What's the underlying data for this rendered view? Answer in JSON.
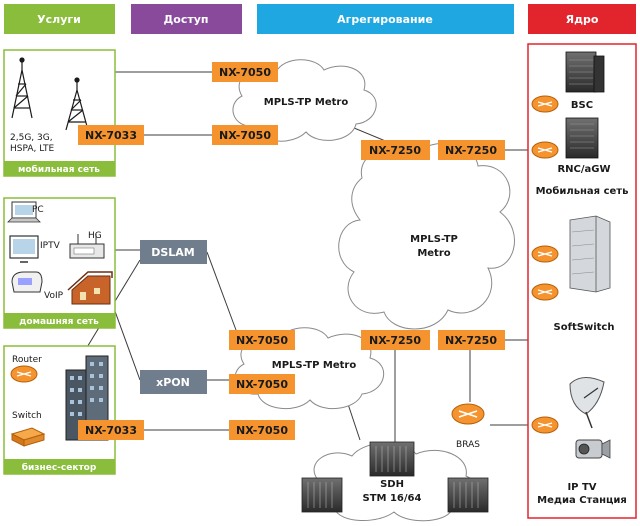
{
  "headers": {
    "services": "Услуги",
    "access": "Доступ",
    "aggregation": "Агрегирование",
    "core": "Ядро"
  },
  "colors": {
    "services": "#8bbd3c",
    "access": "#8a4a9c",
    "aggregation": "#1ea7e0",
    "core": "#e2242d",
    "nx_box": "#f5942f",
    "gray_box": "#6f7d8c"
  },
  "nodes": {
    "nx_top": "NX-7050",
    "nx_mid1": "NX-7033",
    "nx_mid2": "NX-7050",
    "nx_agg_tl": "NX-7250",
    "nx_agg_tr": "NX-7250",
    "nx_low1": "NX-7050",
    "nx_agg_bl": "NX-7250",
    "nx_agg_br": "NX-7250",
    "nx_low2": "NX-7050",
    "nx_bot1": "NX-7033",
    "nx_bot2": "NX-7050",
    "dslam": "DSLAM",
    "xpon": "xPON"
  },
  "clouds": {
    "top": "MPLS-TP Metro",
    "center_line1": "MPLS-TP",
    "center_line2": "Metro",
    "bottom": "MPLS-TP Metro",
    "sdh_line1": "SDH",
    "sdh_line2": "STM 16/64"
  },
  "services": {
    "mobile_text_line1": "2,5G, 3G,",
    "mobile_text_line2": "HSPA, LTE",
    "mobile_label": "мобильная сеть",
    "home_pc": "PC",
    "home_hg": "HG",
    "home_iptv": "IPTV",
    "home_voip": "VoIP",
    "home_label": "домашняя сеть",
    "biz_router": "Router",
    "biz_switch": "Switch",
    "biz_label": "бизнес-сектор"
  },
  "core": {
    "bsc": "BSC",
    "rnc": "RNC/aGW",
    "mobile_net": "Мобильная сеть",
    "softswitch": "SoftSwitch",
    "bras": "BRAS",
    "iptv_line1": "IP TV",
    "iptv_line2": "Медиа Станция"
  }
}
